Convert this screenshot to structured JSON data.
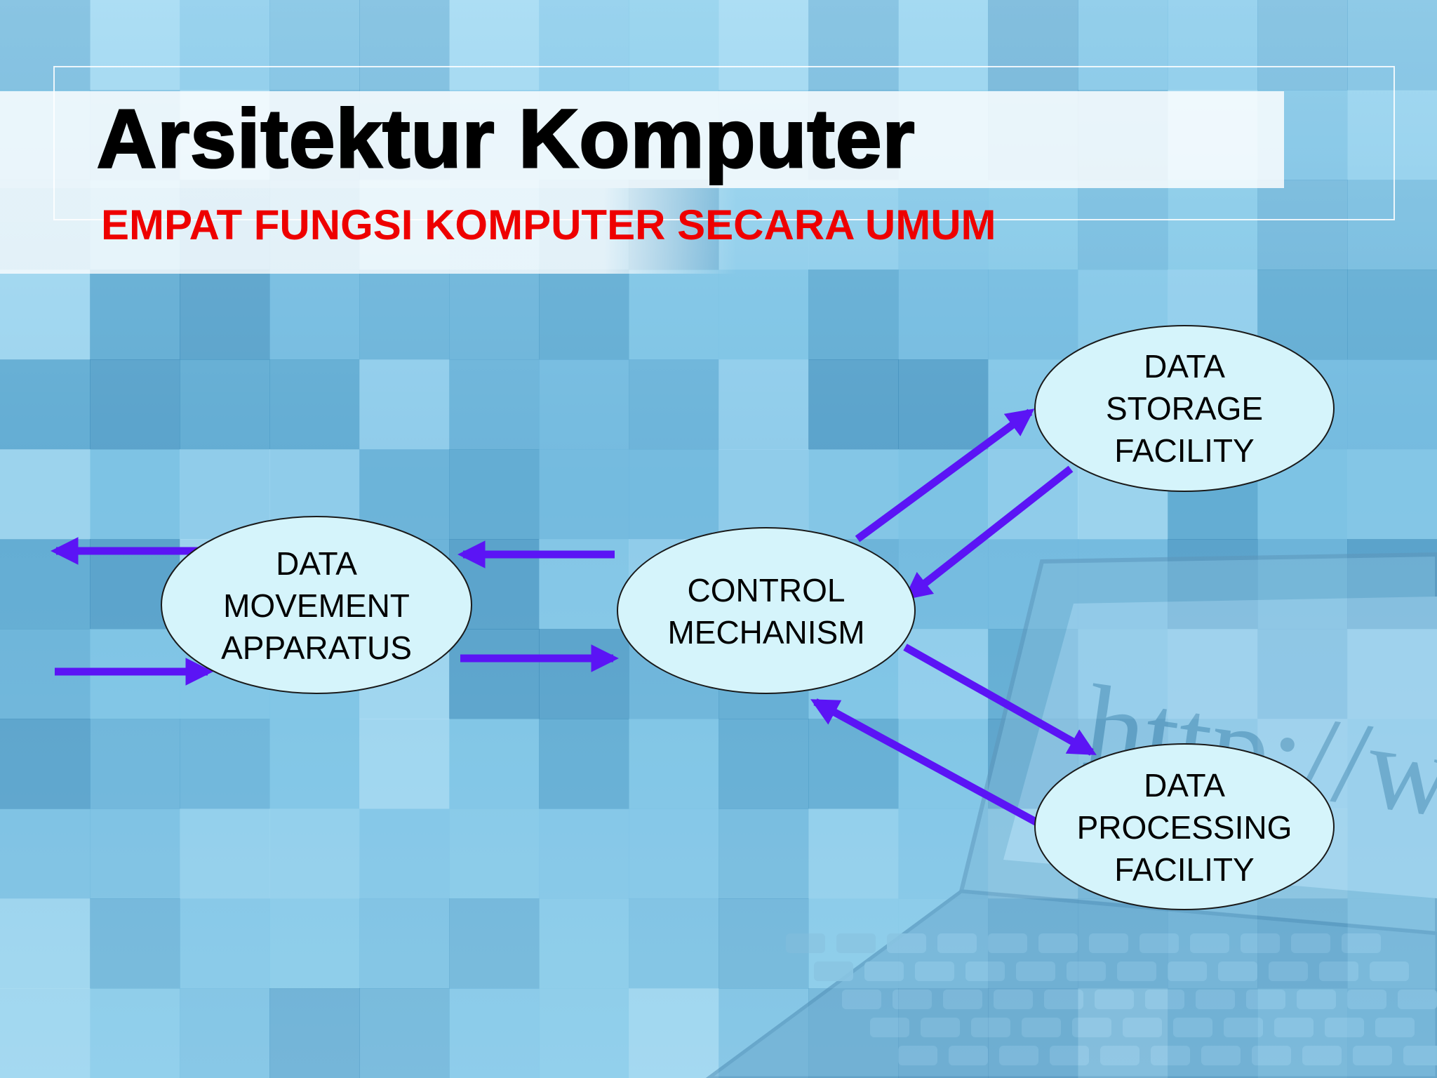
{
  "slide": {
    "title": "Arsitektur Komputer",
    "subtitle": "EMPAT FUNGSI KOMPUTER SECARA UMUM"
  },
  "diagram": {
    "nodes": {
      "movement": {
        "lines": [
          "DATA",
          "MOVEMENT",
          "APPARATUS"
        ]
      },
      "control": {
        "lines": [
          "CONTROL",
          "MECHANISM"
        ]
      },
      "storage": {
        "lines": [
          "DATA",
          "STORAGE",
          "FACILITY"
        ]
      },
      "processing": {
        "lines": [
          "DATA",
          "PROCESSING",
          "FACILITY"
        ]
      }
    }
  },
  "background": {
    "watermark_text": "http://www",
    "illustration": "laptop-illustration"
  },
  "colors": {
    "arrow": "#5b14f5",
    "node_fill": "#d5f4fb",
    "node_stroke": "#1a1a1a",
    "title": "#000000",
    "subtitle": "#ee0000",
    "background_base": "#8fcbe8"
  }
}
